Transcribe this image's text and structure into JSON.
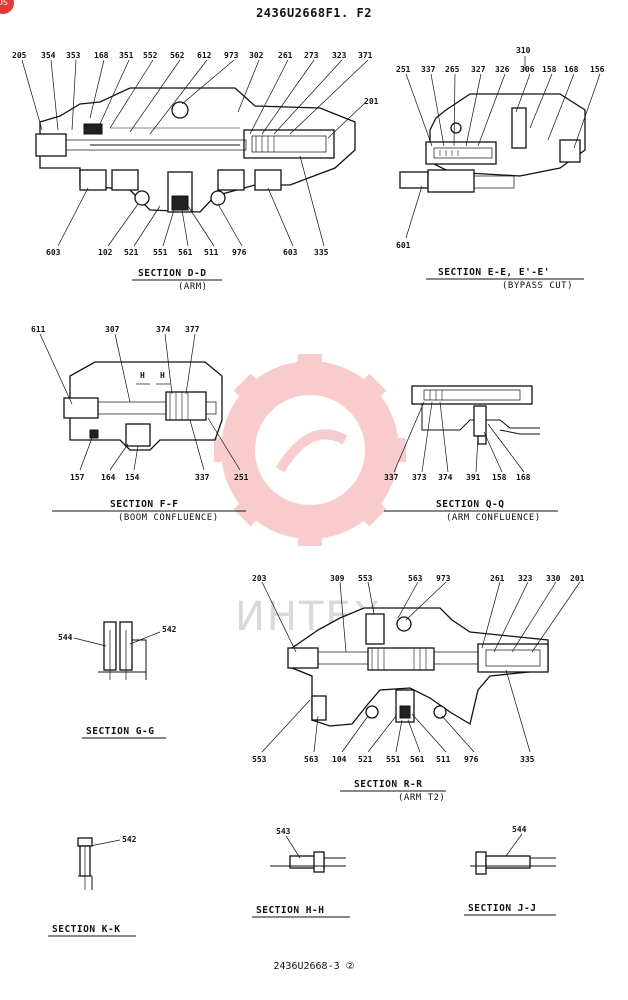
{
  "header": {
    "drawing_title": "2436U2668F1. F2",
    "corner_badge": "DS"
  },
  "footer": {
    "drawing_number": "2436U2668-3 ②"
  },
  "watermark": {
    "text": "ИНТЕХ",
    "gear_color": "#f4a3a3"
  },
  "sections": {
    "dd": {
      "title": "SECTION D-D",
      "subtitle": "(ARM)",
      "parts": [
        "205",
        "354",
        "353",
        "168",
        "351",
        "552",
        "562",
        "612",
        "973",
        "302",
        "261",
        "273",
        "323",
        "371",
        "201",
        "603",
        "102",
        "521",
        "551",
        "561",
        "511",
        "976",
        "603",
        "335"
      ]
    },
    "ee": {
      "title": "SECTION E-E, E'-E'",
      "subtitle": "(BYPASS CUT)",
      "parts": [
        "310",
        "251",
        "337",
        "265",
        "327",
        "326",
        "306",
        "158",
        "168",
        "156",
        "601"
      ]
    },
    "ff": {
      "title": "SECTION F-F",
      "subtitle": "(BOOM CONFLUENCE)",
      "parts": [
        "611",
        "307",
        "374",
        "377",
        "157",
        "164",
        "154",
        "337",
        "251"
      ]
    },
    "qq": {
      "title": "SECTION Q-Q",
      "subtitle": "(ARM CONFLUENCE)",
      "parts": [
        "337",
        "373",
        "374",
        "391",
        "158",
        "168"
      ]
    },
    "gg": {
      "title": "SECTION G-G",
      "parts": [
        "544",
        "542"
      ]
    },
    "rr": {
      "title": "SECTION R-R",
      "subtitle": "(ARM T2)",
      "parts": [
        "203",
        "309",
        "553",
        "563",
        "973",
        "261",
        "323",
        "330",
        "201",
        "553",
        "563",
        "104",
        "521",
        "551",
        "561",
        "511",
        "976",
        "335"
      ]
    },
    "kk": {
      "title": "SECTION K-K",
      "parts": [
        "542"
      ]
    },
    "hh": {
      "title": "SECTION H-H",
      "parts": [
        "543"
      ]
    },
    "jj": {
      "title": "SECTION J-J",
      "parts": [
        "544"
      ]
    }
  }
}
